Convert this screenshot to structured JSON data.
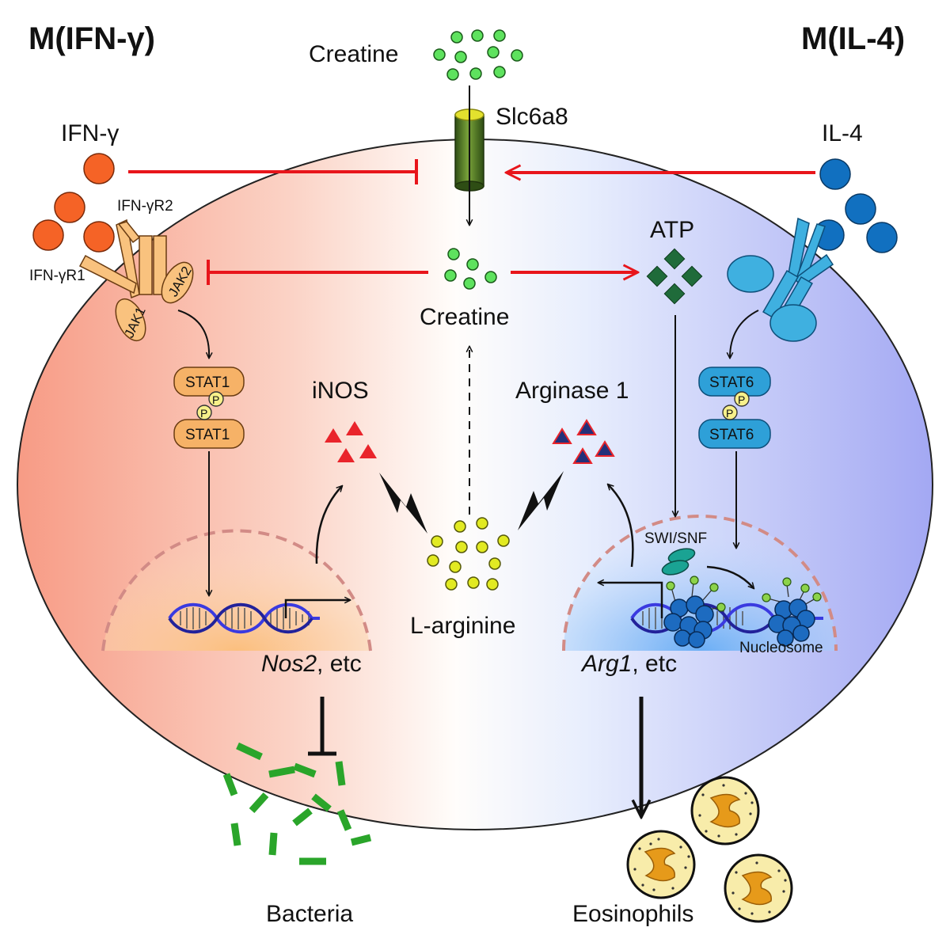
{
  "headings": {
    "left": "M(IFN-γ)",
    "right": "M(IL-4)"
  },
  "labels": {
    "creatine_top": "Creatine",
    "transporter": "Slc6a8",
    "ifng": "IFN-γ",
    "il4": "IL-4",
    "ifngr2": "IFN-γR2",
    "ifngr1": "IFN-γR1",
    "jak1": "JAK1",
    "jak2": "JAK2",
    "creatine_center": "Creatine",
    "atp": "ATP",
    "stat1_top": "STAT1",
    "stat1_bottom": "STAT1",
    "stat6_top": "STAT6",
    "stat6_bottom": "STAT6",
    "phospho": "P",
    "inos": "iNOS",
    "arginase": "Arginase 1",
    "swi_snf": "SWI/SNF",
    "larginine": "L-arginine",
    "nucleosome": "Nucleosome",
    "nos2_gene": "Nos2",
    "nos2_suffix": ", etc",
    "arg1_gene": "Arg1",
    "arg1_suffix": ", etc",
    "bacteria": "Bacteria",
    "eosinophils": "Eosinophils"
  },
  "colors": {
    "inhibit_red": "#e8151b",
    "creatine_green": "#5ee25e",
    "ifng_orange": "#f56326",
    "il4_blue": "#1170c0",
    "atp_green": "#1f6b3a",
    "receptor_orange": "#f9c27e",
    "receptor_blue": "#3fb0e0",
    "stat1": "#f6b267",
    "stat6": "#2ea0d8",
    "inos_red": "#e9242b",
    "arginase_navy": "#23307a",
    "larginine_yellow": "#e2ea22",
    "bacteria_green": "#2aa52a",
    "eosinophil_fill": "#f8ecaa",
    "eosinophil_nucleus": "#e69a1a",
    "cell_left": "#f79b85",
    "cell_right": "#a3a8f3"
  },
  "icons": [
    "creatine-molecule",
    "ifng-cytokine",
    "il4-cytokine",
    "atp-molecule",
    "dna-helix",
    "nucleosome",
    "bacterium-rod",
    "eosinophil-cell",
    "lightning-bolt"
  ]
}
